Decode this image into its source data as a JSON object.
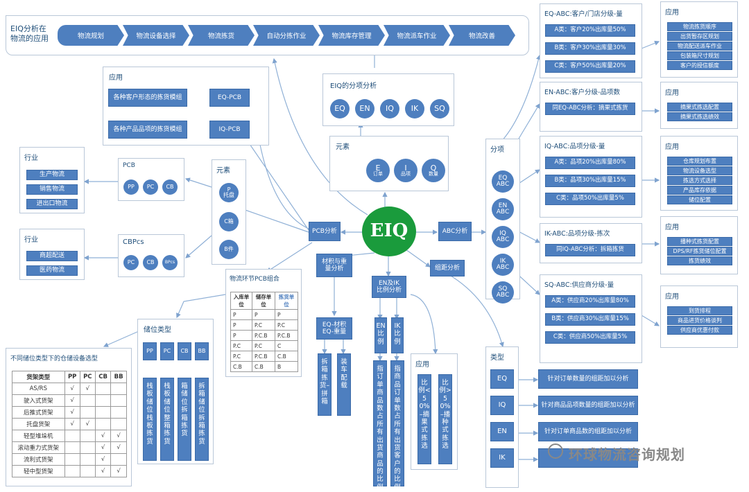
{
  "top": {
    "title": "EIQ分析在物流的应用",
    "steps": [
      "物流规划",
      "物流设备选择",
      "物流拣货",
      "自动分拣作业",
      "物流库存管理",
      "物流派车作业",
      "物流改善"
    ]
  },
  "center": {
    "label": "EIQ"
  },
  "eiq_sub": {
    "title": "EIQ的分项分析",
    "items": [
      "EQ",
      "EN",
      "IQ",
      "IK",
      "SQ"
    ]
  },
  "elements_top": {
    "title": "元素",
    "items": [
      {
        "letter": "E",
        "label": "订单"
      },
      {
        "letter": "I",
        "label": "品项"
      },
      {
        "letter": "Q",
        "label": "数量"
      }
    ]
  },
  "left_app": {
    "title": "应用",
    "rows": [
      {
        "desc": "各种客户形态的拣货模组",
        "tag": "EQ-PCB"
      },
      {
        "desc": "各种产品品项的拣货模组",
        "tag": "IQ-PCB"
      }
    ]
  },
  "industry1": {
    "title": "行业",
    "items": [
      "生产物流",
      "销售物流",
      "进出口物流"
    ]
  },
  "industry2": {
    "title": "行业",
    "items": [
      "商超配送",
      "医药物流"
    ]
  },
  "pcb": {
    "title": "PCB",
    "items": [
      "PP",
      "PC",
      "CB"
    ]
  },
  "cbpcs": {
    "title": "CBPcs",
    "items": [
      "PC",
      "CB",
      "BPcs"
    ]
  },
  "elements_left": {
    "title": "元素",
    "items": [
      "P\n托盘",
      "C箱",
      "B件"
    ]
  },
  "pcb_analysis": "PCB分析",
  "abc_analysis": "ABC分析",
  "combo": {
    "title": "物流环节PCB组合",
    "headers": [
      "入库单位",
      "储存单位",
      "拣货单位"
    ],
    "rows": [
      [
        "P",
        "P",
        "P"
      ],
      [
        "P",
        "P.C",
        "P.C"
      ],
      [
        "P",
        "P.C.B",
        "P.C.B"
      ],
      [
        "P.C",
        "P.C",
        "C"
      ],
      [
        "P.C",
        "P.C.B",
        "C.B"
      ],
      [
        "C.B",
        "C.B",
        "B"
      ]
    ]
  },
  "storage": {
    "title": "储位类型",
    "items": [
      "PP",
      "PC",
      "CB",
      "BB"
    ],
    "descs": [
      "栈板储位栈板拣货",
      "栈板储位整箱拣货",
      "箱储位拆箱拣货",
      "拆箱储位拆箱拣货"
    ]
  },
  "equip": {
    "title": "不同储位类型下的仓储设备选型",
    "headers": [
      "货架类型",
      "PP",
      "PC",
      "CB",
      "BB"
    ],
    "rows": [
      [
        "AS/RS",
        "√",
        "√",
        "",
        ""
      ],
      [
        "驶入式货架",
        "√",
        "",
        "",
        ""
      ],
      [
        "后推式货架",
        "√",
        "",
        "",
        ""
      ],
      [
        "托盘货架",
        "√",
        "√",
        "",
        ""
      ],
      [
        "轻型堆垛机",
        "",
        "",
        "√",
        "√"
      ],
      [
        "滚动重力式货架",
        "",
        "",
        "√",
        "√"
      ],
      [
        "流利式货架",
        "",
        "",
        "√",
        ""
      ],
      [
        "轻中型货架",
        "",
        "",
        "√",
        "√"
      ]
    ]
  },
  "material": {
    "title": "材积与重量分析",
    "sub": "EQ-材积\nEQ-重量",
    "items": [
      "拆箱拣货–拼箱",
      "装车配载"
    ]
  },
  "enik": {
    "title": "EN及IK比例分析",
    "tags": [
      "EN比例",
      "IK比例"
    ],
    "descs": [
      "指订单商品数占所有出货商品的比例",
      "指商品订单数占所有出货客户的比例"
    ]
  },
  "group": {
    "title": "组距分析"
  },
  "app_ratio": {
    "title": "应用",
    "items": [
      "比例<50%–摘果式拣选",
      "比例>50%–播种式拣选"
    ]
  },
  "fenxiang": {
    "title": "分项",
    "items": [
      "EQ\nABC",
      "EN\nABC",
      "IQ\nABC",
      "IK\nABC",
      "SQ\nABC"
    ]
  },
  "abc_blocks": [
    {
      "title": "EQ-ABC:客户/门店分级-量",
      "rows": [
        "A类：客户20%出库量50%",
        "B类：客户30%出库量30%",
        "C类：客户50%出库量20%"
      ]
    },
    {
      "title": "EN-ABC:客户分级-品项数",
      "rows": [
        "同EQ-ABC分析：摘果式拣货"
      ]
    },
    {
      "title": "IQ-ABC:品项分级-量",
      "rows": [
        "A类：品项20%出库量80%",
        "B类：品项30%出库量15%",
        "C类：品项50%出库量5%"
      ]
    },
    {
      "title": "IK-ABC:品项分级-拣次",
      "rows": [
        "同IQ-ABC分析：拆箱拣货"
      ]
    },
    {
      "title": "SQ-ABC:供应商分级-量",
      "rows": [
        "A类：供应商20%出库量80%",
        "B类：供应商30%出库量15%",
        "C类：供应商50%出库量5%"
      ]
    }
  ],
  "right_apps": [
    {
      "title": "应用",
      "items": [
        "物流拣货顺序",
        "出货暂存区规划",
        "物流配送派车作业",
        "包装箱尺寸规划",
        "客户的授信额度"
      ]
    },
    {
      "title": "应用",
      "items": [
        "摘果式拣选配置",
        "摘果式拣选绩效"
      ]
    },
    {
      "title": "应用",
      "items": [
        "仓库规划布置",
        "物流设备选型",
        "拣选方式选择",
        "产品库存依据",
        "储位配置"
      ]
    },
    {
      "title": "应用",
      "items": [
        "播种式拣货配置",
        "DPS/RF拣货储位配置",
        "拣货绩效"
      ]
    },
    {
      "title": "应用",
      "items": [
        "到货排程",
        "商品进货价格谈判",
        "供应商优惠付款"
      ]
    }
  ],
  "types": {
    "title": "类型",
    "rows": [
      {
        "tag": "EQ",
        "desc": "针对订单数量的组距加以分析"
      },
      {
        "tag": "IQ",
        "desc": "针对商品品项数量的组距加以分析"
      },
      {
        "tag": "EN",
        "desc": "针对订单商品数的组距加以分析"
      },
      {
        "tag": "IK",
        "desc": ""
      }
    ]
  },
  "watermark": {
    "text": "环球物流咨询规划"
  },
  "colors": {
    "accent": "#4e7fbf",
    "center": "#1a9b3c",
    "border": "#b9c7d8",
    "title": "#1f4e79"
  }
}
